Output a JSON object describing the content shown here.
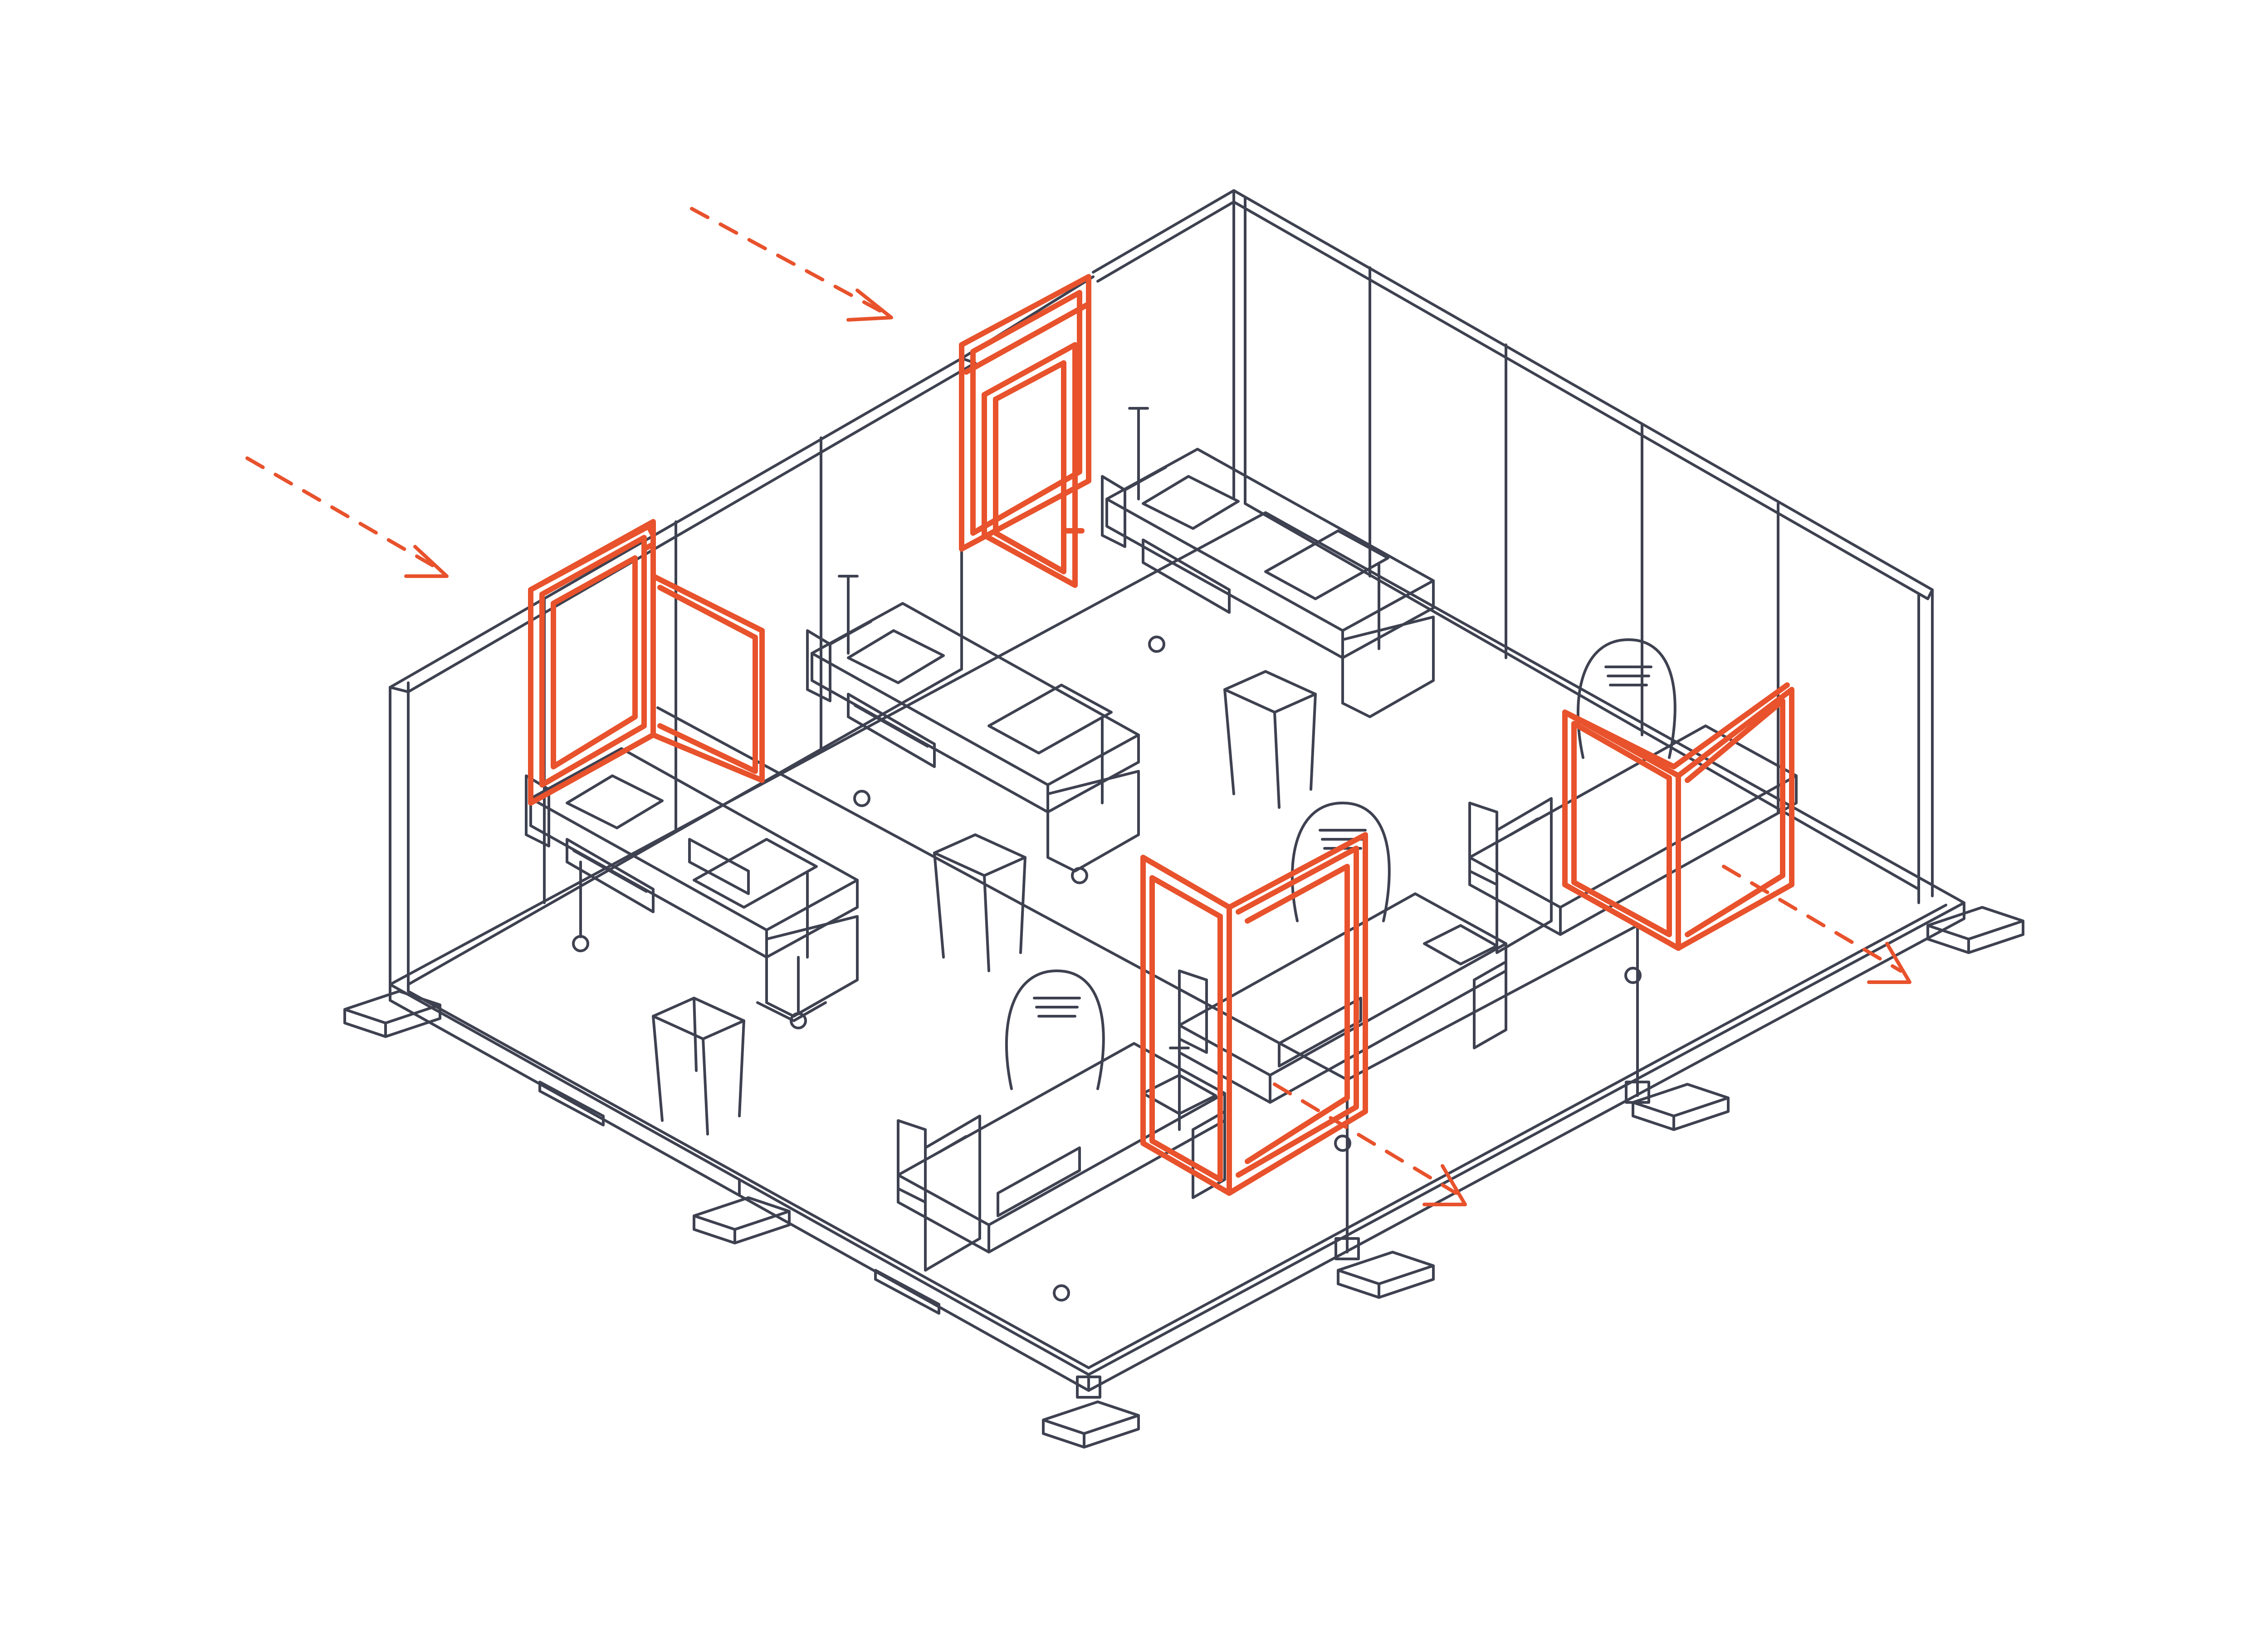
{
  "colors": {
    "background": "#ffffff",
    "line": "#3e4150",
    "accent": "#e8522c"
  },
  "room": {
    "wall_panels": 9,
    "beds": 5,
    "chairs": 5,
    "opened_windows": 4
  },
  "airflow_arrows": [
    {
      "kind": "inlet"
    },
    {
      "kind": "inlet"
    },
    {
      "kind": "outlet"
    },
    {
      "kind": "outlet"
    }
  ]
}
